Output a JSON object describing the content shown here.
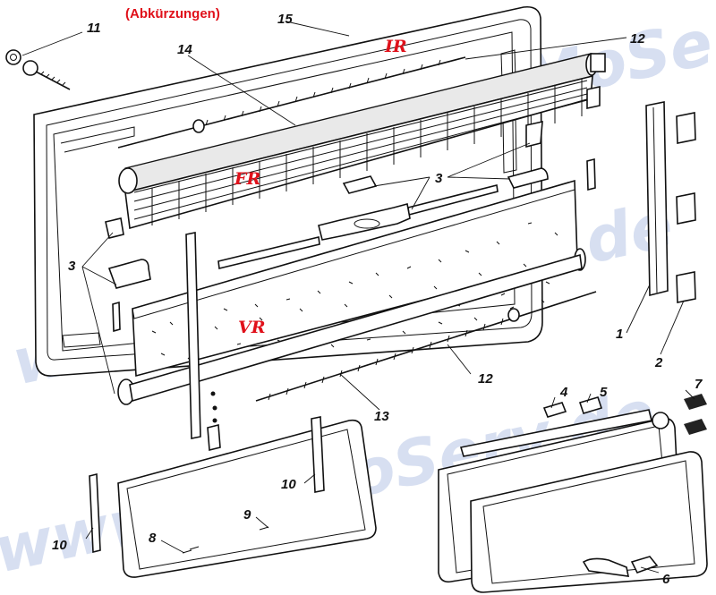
{
  "title": "(Abkürzungen)",
  "colors": {
    "title": "#e0101a",
    "codes": "#e0101a",
    "watermark": "#b7c6e6",
    "lines": "#111111"
  },
  "watermarks": [
    "WoMoServ.de",
    "www.WoMoServ.de",
    "www.WoMoServ.de"
  ],
  "codes": {
    "ir": "IR",
    "fr": "FR",
    "vr": "VR"
  },
  "callouts": {
    "n11": "11",
    "n15": "15",
    "n14": "14",
    "n12a": "12",
    "n3a": "3",
    "n3b": "3",
    "n1": "1",
    "n2": "2",
    "n12b": "12",
    "n13": "13",
    "n4": "4",
    "n5": "5",
    "n7": "7",
    "n10a": "10",
    "n9": "9",
    "n8": "8",
    "n10b": "10",
    "n6": "6"
  }
}
